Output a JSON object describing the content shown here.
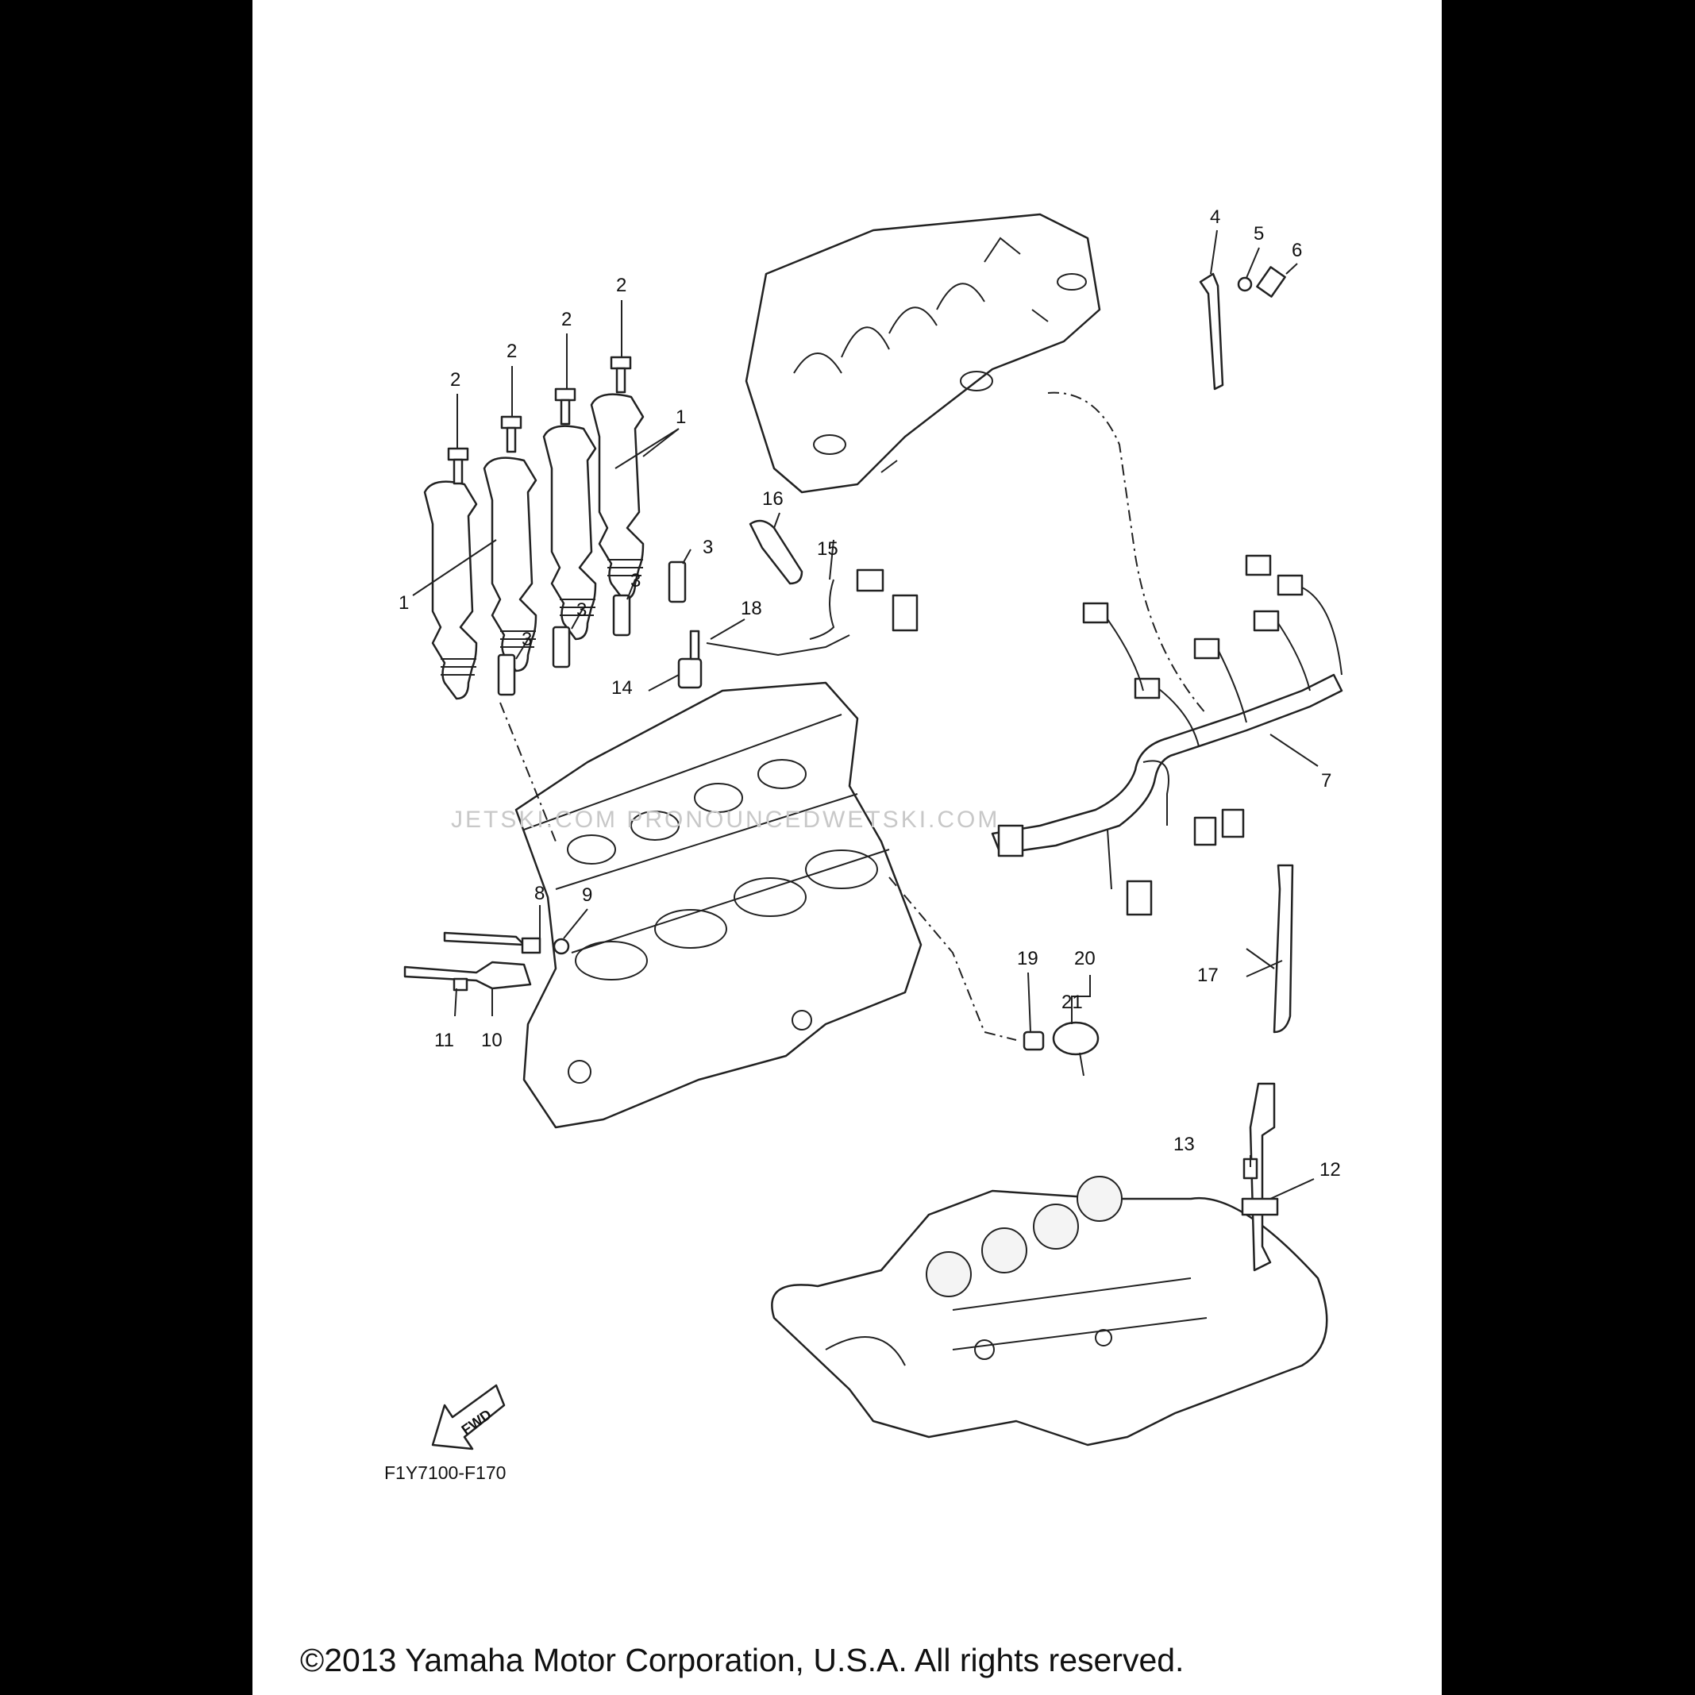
{
  "callouts": {
    "c1a": "1",
    "c1b": "1",
    "c2a": "2",
    "c2b": "2",
    "c2c": "2",
    "c2d": "2",
    "c3a": "3",
    "c3b": "3",
    "c3c": "3",
    "c3d": "3",
    "c4": "4",
    "c5": "5",
    "c6": "6",
    "c7": "7",
    "c8": "8",
    "c9": "9",
    "c10": "10",
    "c11": "11",
    "c12": "12",
    "c13": "13",
    "c14": "14",
    "c15": "15",
    "c16": "16",
    "c17": "17",
    "c18": "18",
    "c19": "19",
    "c20": "20",
    "c21": "21"
  },
  "fwd_label": "FWD",
  "watermark": "JETSKI.COM   PRONOUNCEDWETSKI.COM",
  "figure_code": "F1Y7100-F170",
  "copyright": "©2013 Yamaha Motor Corporation, U.S.A. All rights reserved."
}
